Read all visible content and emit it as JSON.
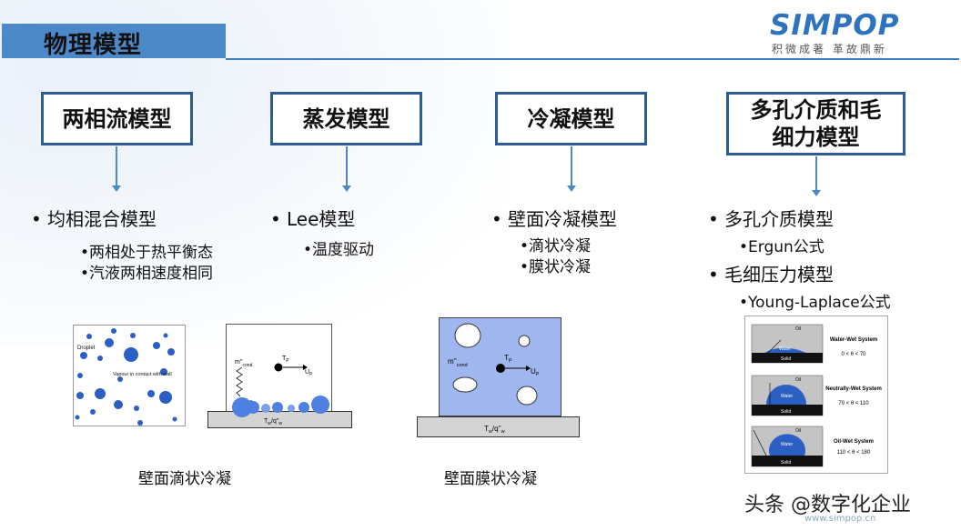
{
  "header": {
    "title": "物理模型"
  },
  "logo": {
    "name": "SIMPOP",
    "slogan": "积微成著  革故鼎新"
  },
  "models": [
    {
      "label": "两相流模型"
    },
    {
      "label": "蒸发模型"
    },
    {
      "label": "冷凝模型"
    },
    {
      "label": "多孔介质和毛细力模型"
    }
  ],
  "col1": {
    "item": "均相混合模型",
    "subs": [
      "两相处于热平衡态",
      "汽液两相速度相同"
    ]
  },
  "col2": {
    "item": "Lee模型",
    "subs": [
      "温度驱动"
    ]
  },
  "col3": {
    "item": "壁面冷凝模型",
    "subs": [
      "滴状冷凝",
      "膜状冷凝"
    ]
  },
  "col4": {
    "item1": "多孔介质模型",
    "sub1": "Ergun公式",
    "item2": "毛细压力模型",
    "sub2": "Young-Laplace公式"
  },
  "fig1": {
    "droplet": "Droplet",
    "vapour": "Vapour in contact with wall"
  },
  "fig2": {
    "m": "m''",
    "mcond": "cond",
    "tp": "T",
    "tpsub": "P",
    "up": "U",
    "upsub": "P",
    "wall": "T",
    "wallsub": "w",
    "wallq": "/q''",
    "wallqsub": "w"
  },
  "fig3": {
    "m": "m''",
    "mcond": "cond",
    "tp": "T",
    "tpsub": "P",
    "up": "U",
    "upsub": "P",
    "wall": "T",
    "wallsub": "w",
    "wallq": "/q''",
    "wallqsub": "w"
  },
  "wet": [
    {
      "oil": "Oil",
      "water": "Water",
      "solid": "Solid",
      "name": "Water-Wet System",
      "range": "0 < θ < 70"
    },
    {
      "oil": "Oil",
      "water": "Water",
      "solid": "Solid",
      "name": "Neutrally-Wet System",
      "range": "70 < θ < 110"
    },
    {
      "oil": "Oil",
      "water": "Water",
      "solid": "Solid",
      "name": "Oil-Wet System",
      "range": "110 < θ < 180"
    }
  ],
  "captions": {
    "dropwise": "壁面滴状冷凝",
    "filmwise": "壁面膜状冷凝"
  },
  "watermark": {
    "text": "头条 @数字化企业",
    "url": "www.simpop.cn"
  },
  "colors": {
    "accent": "#4d88c9",
    "boxBorder": "#2e5b92",
    "blob": "#2c5fc4",
    "filmFill": "#9fb6ee"
  }
}
